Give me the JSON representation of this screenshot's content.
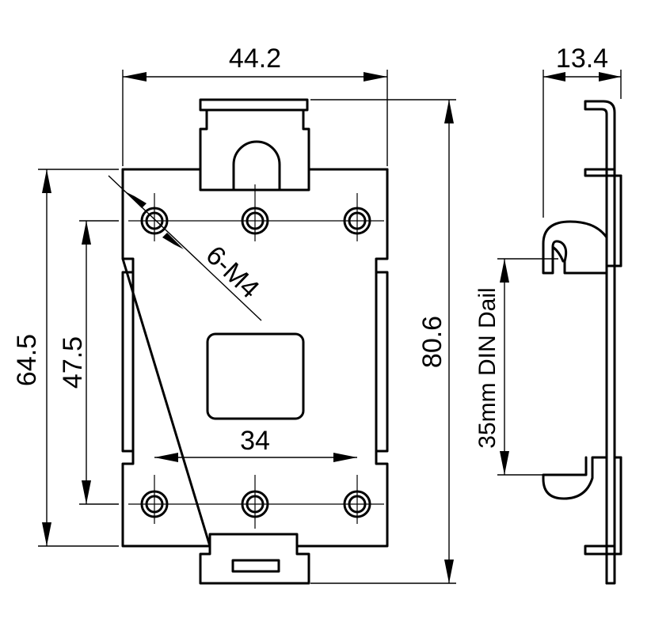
{
  "dimensions": {
    "width": "44.2",
    "depth": "13.4",
    "height_total": "80.6",
    "height_body": "64.5",
    "hole_pitch_v": "47.5",
    "hole_pitch_h": "34",
    "holes": "6-M4",
    "rail": "35mm DIN Dail"
  }
}
